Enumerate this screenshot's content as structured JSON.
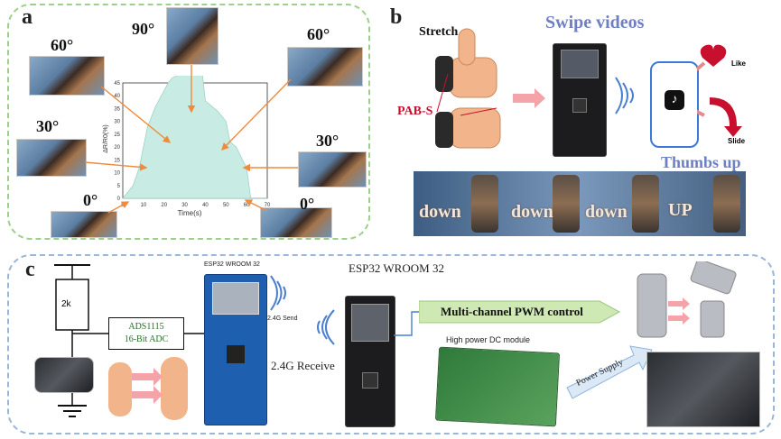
{
  "panels": {
    "a": {
      "letter": "a",
      "angles": [
        "60°",
        "90°",
        "60°",
        "30°",
        "30°",
        "0°",
        "0°"
      ],
      "chart_data": {
        "type": "area",
        "title": "",
        "xlabel": "Time(s)",
        "ylabel": "ΔR/R0(%)",
        "x": [
          0,
          5,
          8,
          12,
          16,
          20,
          22,
          24,
          27,
          30,
          33,
          35,
          37,
          40,
          43,
          46,
          50,
          52,
          55,
          58,
          60,
          62,
          70
        ],
        "y": [
          0,
          5,
          12,
          28,
          36,
          42,
          45,
          47,
          48,
          50,
          62,
          66,
          60,
          38,
          36,
          34,
          30,
          22,
          20,
          15,
          12,
          0,
          0
        ],
        "xticks": [
          "0",
          "10",
          "20",
          "30",
          "40",
          "50",
          "60",
          "70"
        ],
        "yticks": [
          "0",
          "5",
          "10",
          "15",
          "20",
          "25",
          "30",
          "35",
          "40",
          "45"
        ],
        "xlim": [
          0,
          70
        ],
        "ylim": [
          0,
          45
        ],
        "grid": false,
        "fill_color": "#c8ebe3"
      }
    },
    "b": {
      "letter": "b",
      "stretch": "Stretch",
      "pabs": "PAB-S",
      "swipe": "Swipe videos",
      "like": "Like",
      "slide": "Slide",
      "thumbs_up": "Thumbs up",
      "strip_words": [
        "down",
        "down",
        "down",
        "UP"
      ]
    },
    "c": {
      "letter": "c",
      "resistor": "2k",
      "adc_line1": "ADS1115",
      "adc_line2": "16-Bit ADC",
      "esp_small": "ESP32 WROOM 32",
      "send": "2.4G Send",
      "receive": "2.4G Receive",
      "esp_main": "ESP32 WROOM 32",
      "pwm": "Multi-channel PWM control",
      "dc_module": "High power DC module",
      "power_supply": "Power Supply"
    }
  },
  "colors": {
    "arrow_orange": "#f08a3c",
    "accent_red": "#c8102e",
    "wifi_blue": "#4a7fd0",
    "pwm_green": "#cfe9b5",
    "power_blue": "#dbe9f7"
  }
}
